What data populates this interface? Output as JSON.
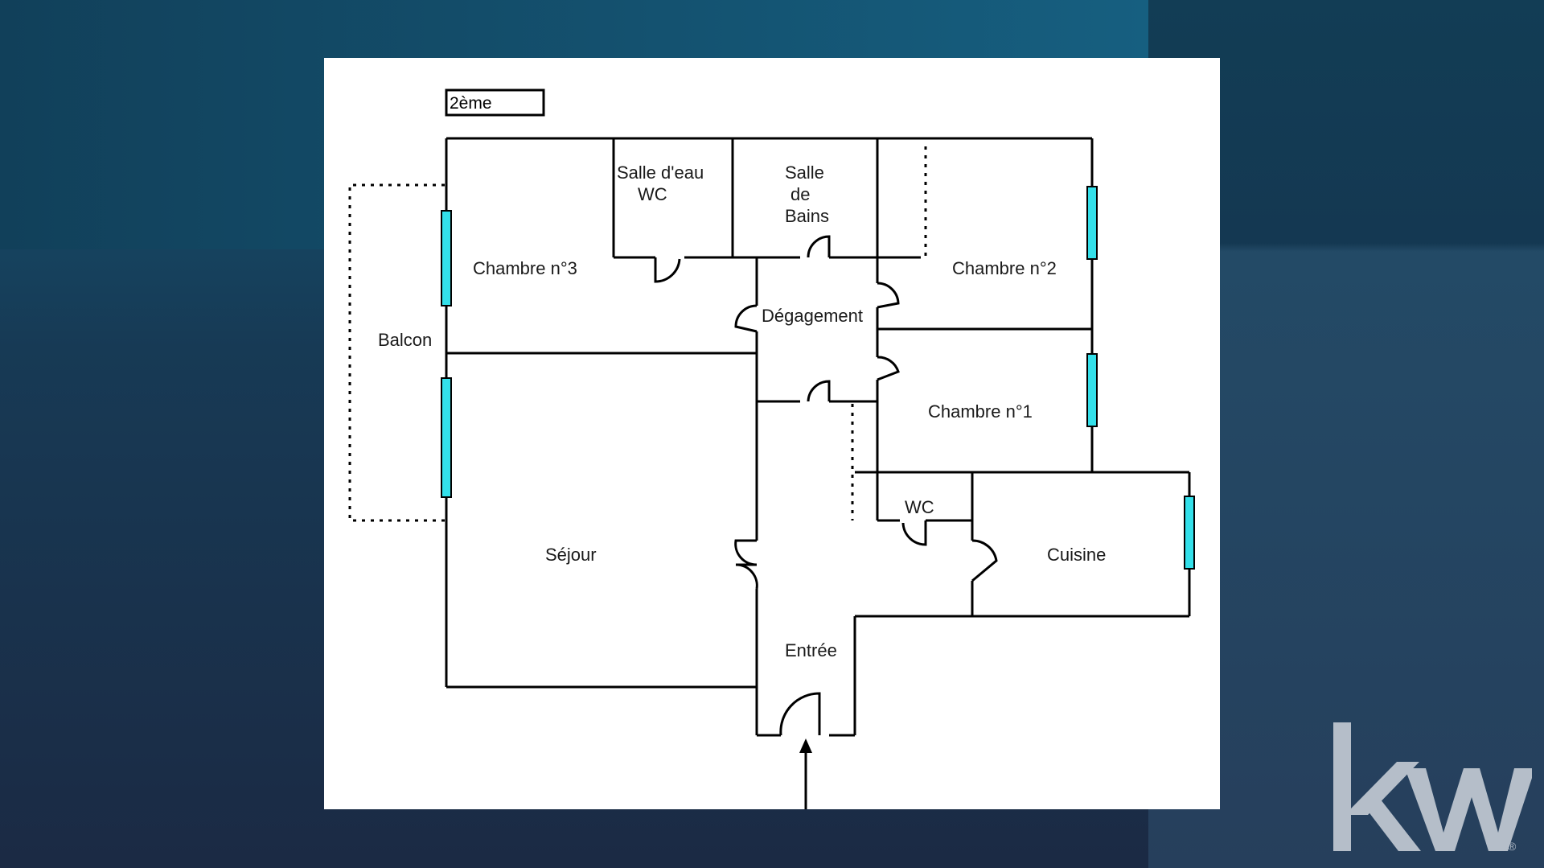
{
  "floor_plan": {
    "floor_label": "2ème",
    "rooms": {
      "salle_eau_line1": "Salle d'eau",
      "salle_eau_line2": "WC",
      "salle_bains_line1": "Salle",
      "salle_bains_line2": "de",
      "salle_bains_line3": "Bains",
      "chambre3": "Chambre n°3",
      "chambre2": "Chambre n°2",
      "degagement": "Dégagement",
      "balcon": "Balcon",
      "chambre1": "Chambre n°1",
      "wc": "WC",
      "sejour": "Séjour",
      "cuisine": "Cuisine",
      "entree": "Entrée"
    }
  },
  "logo": {
    "text": "kw",
    "registered": "®"
  },
  "colors": {
    "window": "#33e0ea",
    "wall": "#000000",
    "card": "#ffffff",
    "logo": "#b5bec9"
  }
}
